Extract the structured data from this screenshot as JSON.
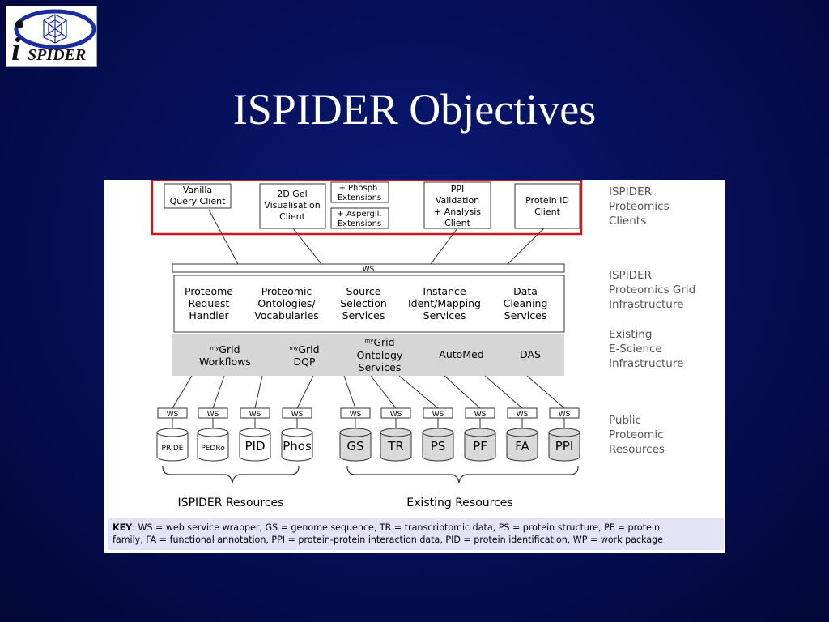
{
  "logo": {
    "text": "SPIDER",
    "letter": "i"
  },
  "title": "ISPIDER Objectives",
  "clients": {
    "vanilla": [
      "Vanilla",
      "Query Client"
    ],
    "gel2d": [
      "2D Gel",
      "Visualisation",
      "Client"
    ],
    "phosph": [
      "+ Phosph.",
      "Extensions"
    ],
    "aspergil": [
      "+ Aspergil.",
      "Extensions"
    ],
    "ppi": [
      "PPI",
      "Validation",
      "+ Analysis",
      "Client"
    ],
    "protein_id": [
      "Protein ID",
      "Client"
    ]
  },
  "ws_bar": "WS",
  "grid_services": [
    [
      "Proteome",
      "Request",
      "Handler"
    ],
    [
      "Proteomic",
      "Ontologies/",
      "Vocabularies"
    ],
    [
      "Source",
      "Selection",
      "Services"
    ],
    [
      "Instance",
      "Ident/Mapping",
      "Services"
    ],
    [
      "Data",
      "Cleaning",
      "Services"
    ]
  ],
  "escience": {
    "my": "my",
    "grid": "Grid",
    "workflows": "Workflows",
    "dqp": "DQP",
    "ontology": [
      "Ontology",
      "Services"
    ],
    "automed": "AutoMed",
    "das": "DAS"
  },
  "ws_label": "WS",
  "databases": [
    "PRIDE",
    "PEDRo",
    "PID",
    "Phos",
    "GS",
    "TR",
    "PS",
    "PF",
    "FA",
    "PPI"
  ],
  "groups": {
    "ispider": "ISPIDER Resources",
    "existing": "Existing Resources"
  },
  "side_labels": {
    "clients": [
      "ISPIDER",
      "Proteomics",
      "Clients"
    ],
    "grid": [
      "ISPIDER",
      "Proteomics Grid",
      "Infrastructure"
    ],
    "escience": [
      "Existing",
      "E-Science",
      "Infrastructure"
    ],
    "public": [
      "Public",
      "Proteomic",
      "Resources"
    ]
  },
  "key": {
    "label": "KEY",
    "line1": ": WS = web service wrapper, GS = genome sequence, TR = transcriptomic data, PS = protein structure, PF = protein",
    "line2": "family, FA = functional annotation, PPI = protein-protein interaction data, PID = protein identification, WP = work package"
  },
  "colors": {
    "background": "#06105a",
    "highlight_border": "#cc1a1a",
    "infra_band": "#d6d6d6",
    "side_label": "#555555",
    "key_bg": "#e3e3f7"
  }
}
